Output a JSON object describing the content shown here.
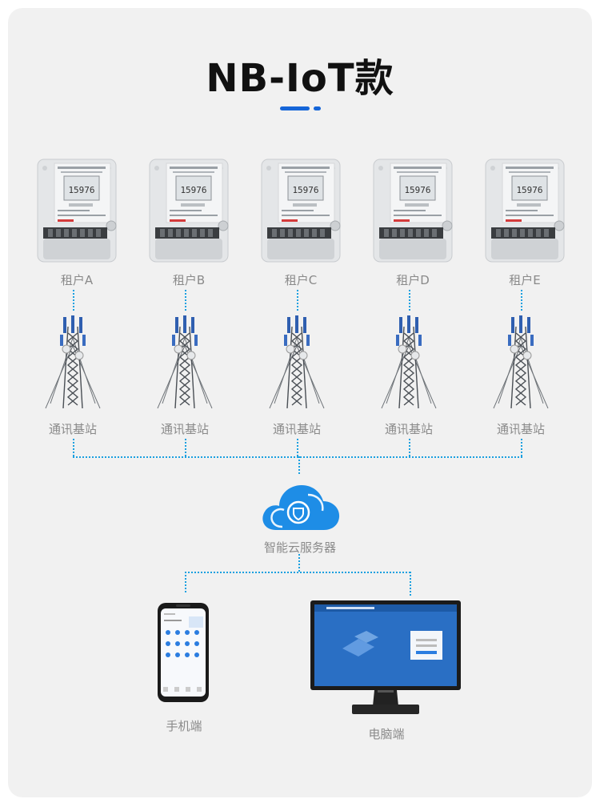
{
  "title": "NB-IoT款",
  "meters": [
    {
      "label": "租户A"
    },
    {
      "label": "租户B"
    },
    {
      "label": "租户C"
    },
    {
      "label": "租户D"
    },
    {
      "label": "租户E"
    }
  ],
  "towers": [
    {
      "label": "通讯基站"
    },
    {
      "label": "通讯基站"
    },
    {
      "label": "通讯基站"
    },
    {
      "label": "通讯基站"
    },
    {
      "label": "通讯基站"
    }
  ],
  "server": {
    "label": "智能云服务器"
  },
  "phone": {
    "label": "手机端"
  },
  "pc": {
    "label": "电脑端"
  },
  "meter_display": "15976",
  "colors": {
    "accent": "#1565d8",
    "link": "#1aa0e0",
    "cloud": "#1e8de6",
    "background": "#f1f1f1"
  }
}
